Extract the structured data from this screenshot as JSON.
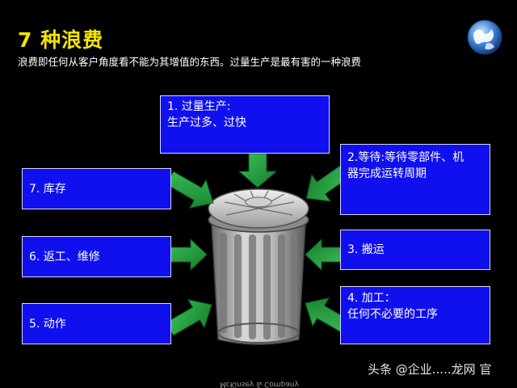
{
  "slide": {
    "title": "7 种浪费",
    "subtitle": "浪费即任何从客户角度看不能为其增值的东西。过量生产是最有害的一种浪费"
  },
  "boxes": {
    "overproduction": {
      "line1": "1. 过量生产:",
      "line2": "生产过多、过快"
    },
    "waiting": {
      "line1": "2.等待:等待零部件、机",
      "line2": "器完成运转周期"
    },
    "transport": {
      "line1": "3. 搬运"
    },
    "processing": {
      "line1": "4. 加工：",
      "line2": "任何不必要的工序"
    },
    "motion": {
      "line1": "5. 动作"
    },
    "rework": {
      "line1": "6. 返工、维修"
    },
    "inventory": {
      "line1": "7. 库存"
    }
  },
  "footer": {
    "company": "McKinsey & Company",
    "watermark": "头条 @企业.....龙网 官"
  },
  "colors": {
    "title": "#f2e400",
    "box_fill": "#1010ee",
    "arrow": "#1fa33a",
    "background": "#000000"
  }
}
